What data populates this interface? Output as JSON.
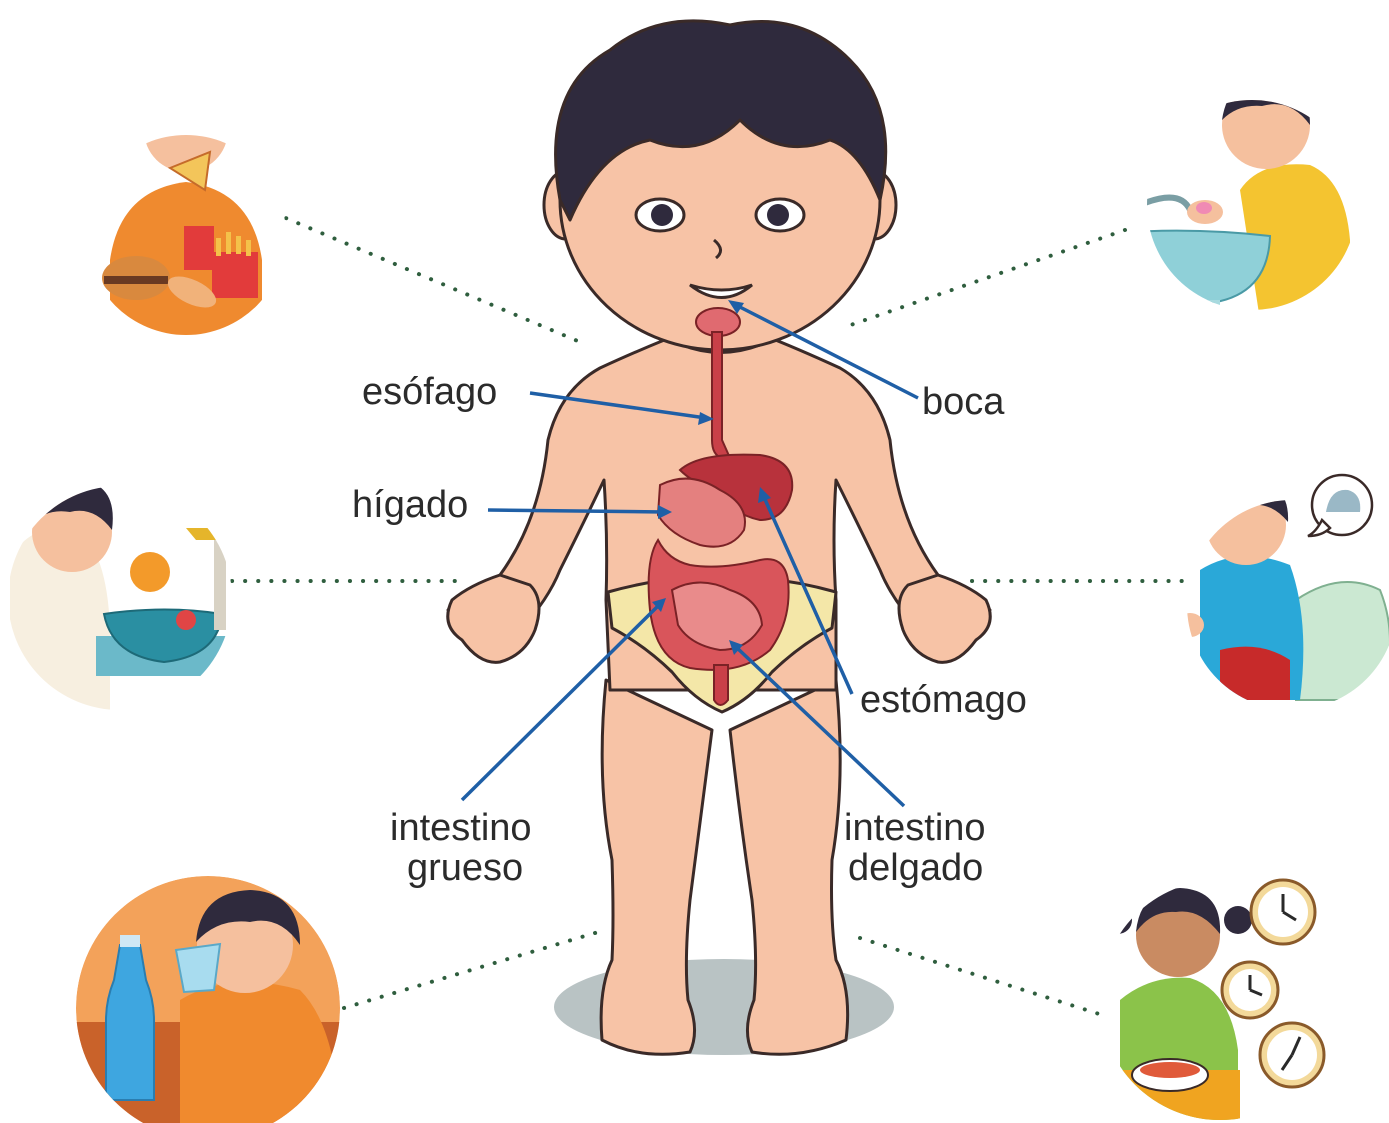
{
  "labels": {
    "boca": "boca",
    "esofago": "esófago",
    "higado": "hígado",
    "estomago": "estómago",
    "intestino_grueso": [
      "intestino",
      "grueso"
    ],
    "intestino_delgado": [
      "intestino",
      "delgado"
    ]
  },
  "colors": {
    "pointer": "#1f5fa6",
    "dotted_connector": "#2f5e3e",
    "skin": "#f7c3a6",
    "skin_outline": "#3a2a28",
    "hair": "#2f2a3d",
    "underwear": "#f4e7a8",
    "organ_red": "#c94048",
    "liver": "#b8323c",
    "floor_shadow": "#b9c3c4"
  },
  "scenes": [
    {
      "id": "eating-junk-food",
      "side": "left"
    },
    {
      "id": "washing-hands",
      "side": "right"
    },
    {
      "id": "washing-fruits",
      "side": "left"
    },
    {
      "id": "stomach-ache-toilet",
      "side": "right"
    },
    {
      "id": "drinking-water",
      "side": "left"
    },
    {
      "id": "eating-on-time",
      "side": "right"
    }
  ]
}
